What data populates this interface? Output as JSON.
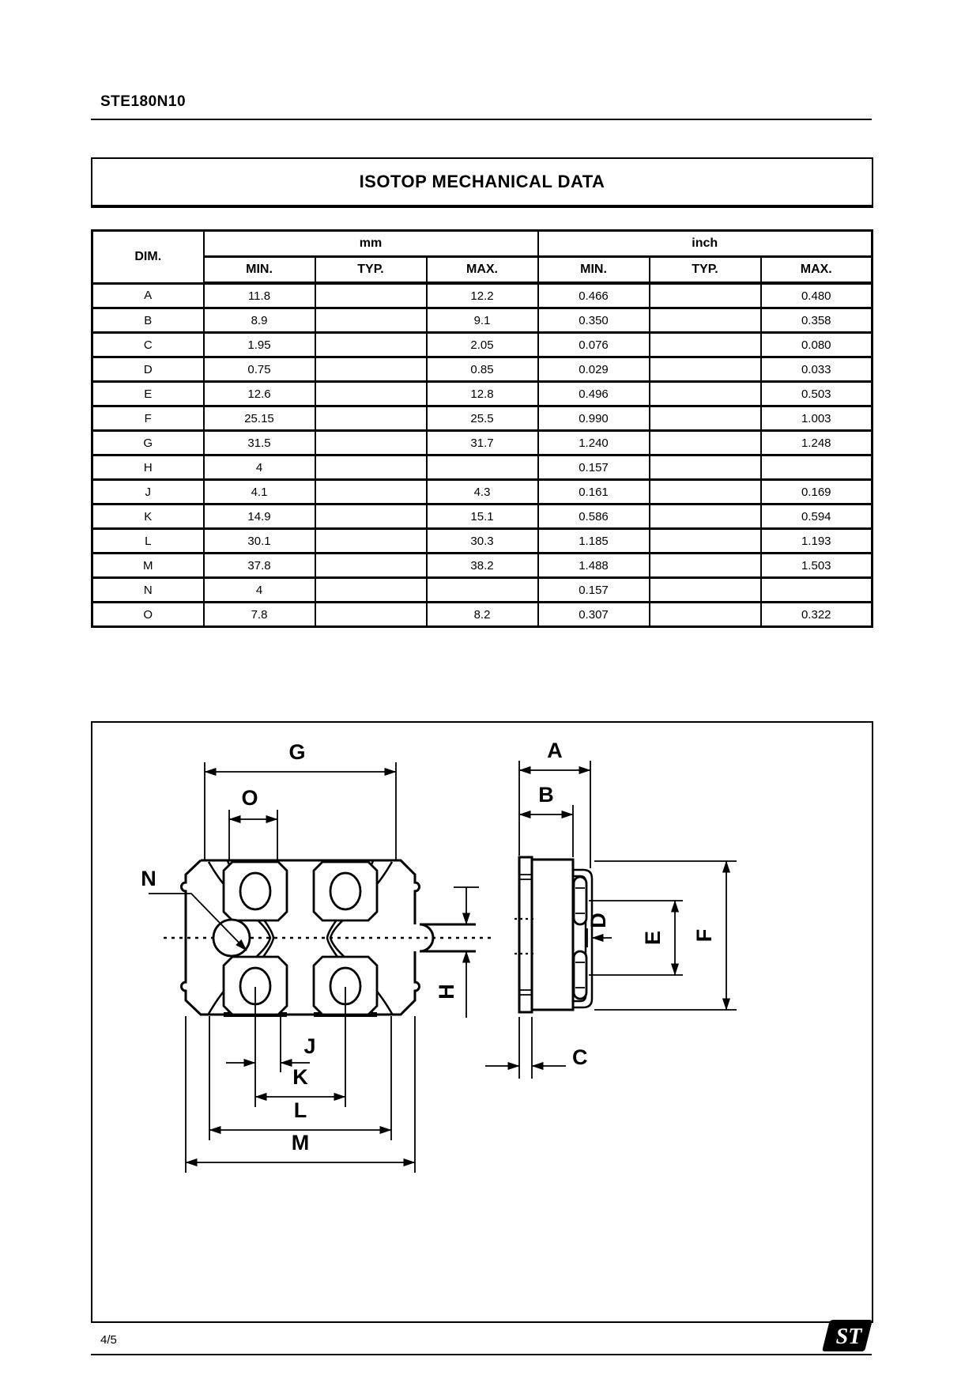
{
  "page": {
    "part_number": "STE180N10",
    "page_number": "4/5",
    "logo_text": "ST"
  },
  "title_box": {
    "title": "ISOTOP MECHANICAL DATA"
  },
  "table": {
    "dim_header": "DIM.",
    "unit_groups": [
      "mm",
      "inch"
    ],
    "sub_headers": [
      "MIN.",
      "TYP.",
      "MAX.",
      "MIN.",
      "TYP.",
      "MAX."
    ],
    "rows": [
      [
        "A",
        "11.8",
        "",
        "12.2",
        "0.466",
        "",
        "0.480"
      ],
      [
        "B",
        "8.9",
        "",
        "9.1",
        "0.350",
        "",
        "0.358"
      ],
      [
        "C",
        "1.95",
        "",
        "2.05",
        "0.076",
        "",
        "0.080"
      ],
      [
        "D",
        "0.75",
        "",
        "0.85",
        "0.029",
        "",
        "0.033"
      ],
      [
        "E",
        "12.6",
        "",
        "12.8",
        "0.496",
        "",
        "0.503"
      ],
      [
        "F",
        "25.15",
        "",
        "25.5",
        "0.990",
        "",
        "1.003"
      ],
      [
        "G",
        "31.5",
        "",
        "31.7",
        "1.240",
        "",
        "1.248"
      ],
      [
        "H",
        "4",
        "",
        "",
        "0.157",
        "",
        ""
      ],
      [
        "J",
        "4.1",
        "",
        "4.3",
        "0.161",
        "",
        "0.169"
      ],
      [
        "K",
        "14.9",
        "",
        "15.1",
        "0.586",
        "",
        "0.594"
      ],
      [
        "L",
        "30.1",
        "",
        "30.3",
        "1.185",
        "",
        "1.193"
      ],
      [
        "M",
        "37.8",
        "",
        "38.2",
        "1.488",
        "",
        "1.503"
      ],
      [
        "N",
        "4",
        "",
        "",
        "0.157",
        "",
        ""
      ],
      [
        "O",
        "7.8",
        "",
        "8.2",
        "0.307",
        "",
        "0.322"
      ]
    ]
  },
  "figure": {
    "labels": {
      "G": "G",
      "O": "O",
      "N": "N",
      "H": "H",
      "J": "J",
      "K": "K",
      "L": "L",
      "M": "M",
      "A": "A",
      "B": "B",
      "C": "C",
      "D": "D",
      "E": "E",
      "F": "F"
    }
  }
}
